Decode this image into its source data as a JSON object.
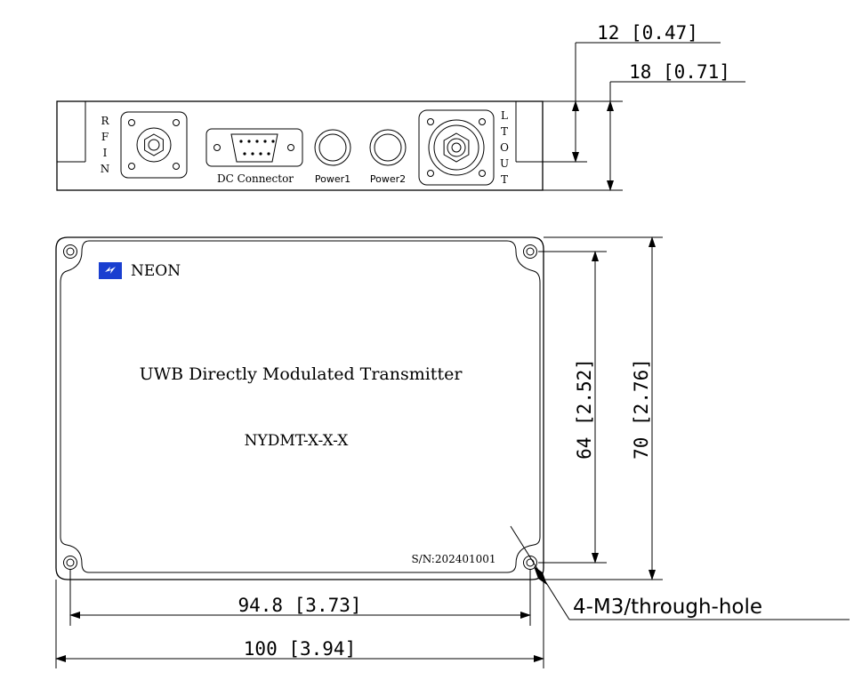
{
  "front_panel": {
    "rf_in_letters": [
      "R",
      "F",
      "I",
      "N"
    ],
    "lt_out_letters": [
      "L",
      "T",
      "O",
      "U",
      "T"
    ],
    "dc_connector_label": "DC Connector",
    "power1_label": "Power1",
    "power2_label": "Power2"
  },
  "top_view": {
    "brand": "NEON",
    "title": "UWB Directly Modulated Transmitter",
    "model": "NYDMT-X-X-X",
    "serial": "S/N:202401001"
  },
  "dimensions": {
    "height_12": "12 [0.47]",
    "height_18": "18 [0.71]",
    "height_64": "64 [2.52]",
    "height_70": "70 [2.76]",
    "width_94_8": "94.8 [3.73]",
    "width_100": "100 [3.94]",
    "hole_note": "4-M3/through-hole"
  },
  "colors": {
    "line": "#000000",
    "logo_blue": "#1a3fd0"
  }
}
